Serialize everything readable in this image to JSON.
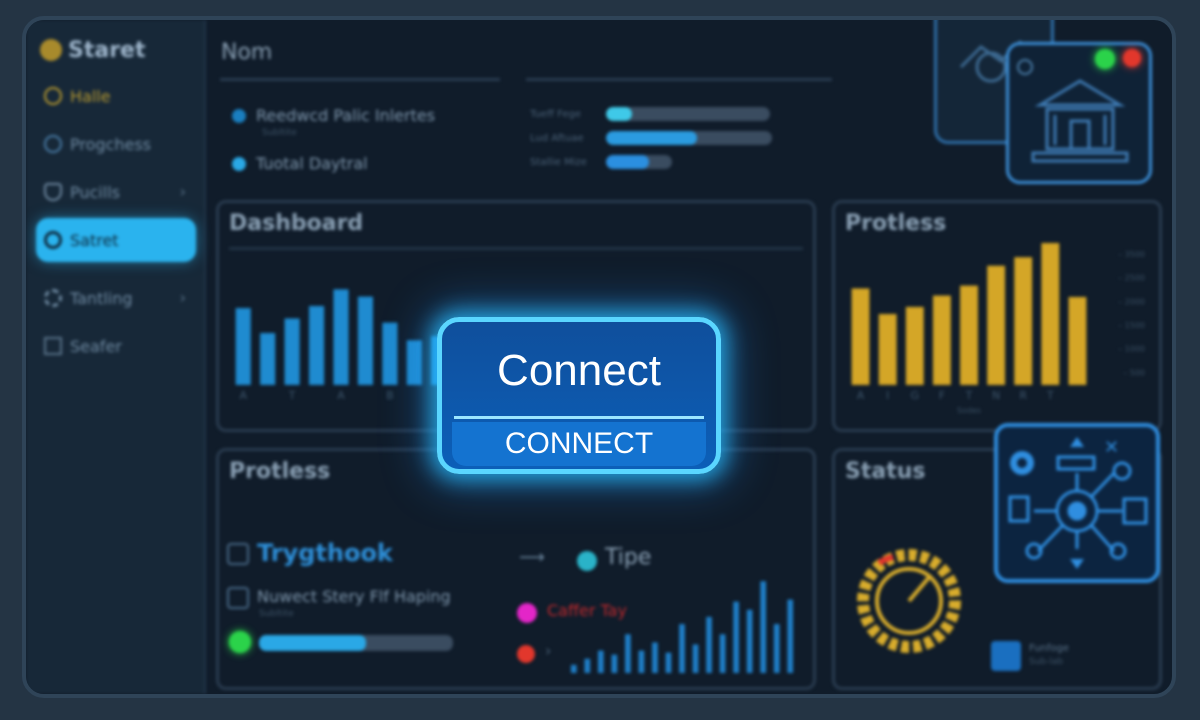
{
  "sidebar": {
    "title": "Staret",
    "items": [
      {
        "label": "Halle",
        "icon": "clock-icon"
      },
      {
        "label": "Progchess",
        "icon": "progress-icon"
      },
      {
        "label": "Pucills",
        "icon": "user-icon"
      },
      {
        "label": "Satret",
        "icon": "search-icon"
      },
      {
        "label": "Tantling",
        "icon": "gear-icon"
      },
      {
        "label": "Seafer",
        "icon": "folder-icon"
      }
    ]
  },
  "header": {
    "title": "Nom"
  },
  "stats": [
    {
      "label": "Reedwcd Palic Inlertes",
      "sub": "Subltite",
      "color": "#1a7fc0"
    },
    {
      "label": "Tuotal Daytral",
      "color": "#2aa8e6"
    }
  ],
  "progress": [
    {
      "label": "Tueff Fege",
      "value": 0.16,
      "color": "#3fc9e8"
    },
    {
      "label": "Lud Aftuae",
      "value": 0.55,
      "color": "#2b9be0"
    },
    {
      "label": "Stallie Mize",
      "value": 0.65,
      "color": "#2b8fe0"
    }
  ],
  "panels": {
    "dashboard": {
      "title": "Dashboard"
    },
    "protless_top": {
      "title": "Protless"
    },
    "protless_bottom": {
      "title": "Protless"
    },
    "status": {
      "title": "Status"
    }
  },
  "connect": {
    "title": "Connect",
    "button": "CONNECT"
  },
  "workspace": {
    "row1": "Trygthook",
    "row2": "Nuwect Stery Flf Haping",
    "row2_sub": "Subltite",
    "tipe": "Tipe",
    "caller": "Caffer Tay",
    "arrow": "⟶"
  },
  "status_panel": {
    "tag": "Funfoge",
    "tag_sub": "Sub-lab"
  },
  "colors": {
    "accent": "#2ab3ee",
    "connect_glow": "#5ad6ff",
    "bar_blue": "#1f8bd0",
    "bar_yellow": "#d4a627",
    "gauge": "#d9ad2c",
    "status_green": "#2bd34a",
    "status_red": "#e2372c",
    "status_magenta": "#e326c8"
  },
  "chart_data": [
    {
      "type": "bar",
      "title": "Dashboard",
      "categories": [
        "A",
        "",
        "T",
        "",
        "A",
        "",
        "B",
        "",
        "I"
      ],
      "values": [
        74,
        50,
        64,
        76,
        92,
        85,
        60,
        43,
        47
      ],
      "ylim": [
        0,
        100
      ]
    },
    {
      "type": "bar",
      "title": "Protless",
      "categories": [
        "A",
        "I",
        "G",
        "F",
        "T",
        "N",
        "R",
        "T",
        ""
      ],
      "values": [
        68,
        50,
        55,
        63,
        70,
        84,
        90,
        100,
        62
      ],
      "ylim": [
        0,
        100
      ],
      "right_ticks": [
        "3500",
        "2500",
        "2000",
        "1500",
        "1000",
        "500"
      ],
      "xlabel": "Sodes"
    },
    {
      "type": "bar",
      "values": [
        8,
        14,
        22,
        18,
        38,
        22,
        30,
        20,
        48,
        28,
        55,
        38,
        70,
        62,
        90,
        48,
        72
      ],
      "ylim": [
        0,
        100
      ]
    }
  ]
}
